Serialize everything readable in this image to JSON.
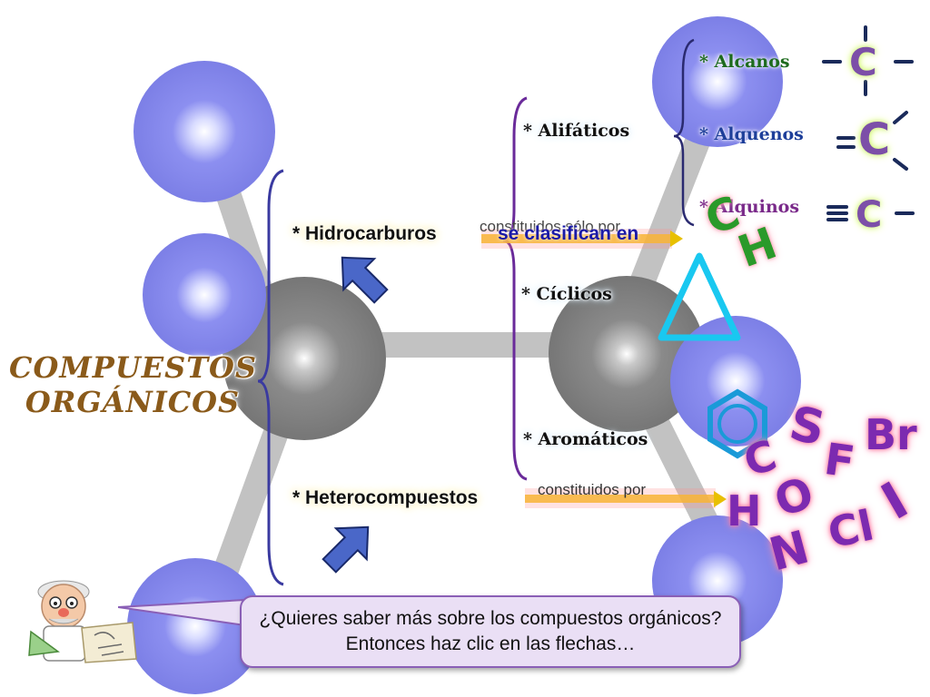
{
  "title": {
    "line1": "COMPUESTOS",
    "line2": "ORGÁNICOS"
  },
  "categories": {
    "hidrocarburos": "* Hidrocarburos",
    "heterocompuestos": "* Heterocompuestos"
  },
  "connectors": {
    "hidro_overlap_a": "constituidos sólo por",
    "hidro_overlap_b": "se clasifican en",
    "hetero": "constituidos por"
  },
  "subclasses": {
    "alifaticos": "* Alifáticos",
    "ciclicos": "* Cíclicos",
    "aromaticos": "* Aromáticos"
  },
  "aliphatic_types": [
    {
      "label": "* Alcanos",
      "color": "#1e6b1e"
    },
    {
      "label": "* Alquenos",
      "color": "#1e3f9a"
    },
    {
      "label": "* Alquinos",
      "color": "#7a2a8a"
    }
  ],
  "bond_symbols": {
    "carbon": "C"
  },
  "elements": {
    "C_big": "C",
    "H_big": "H",
    "S": "S",
    "Br": "Br",
    "C": "C",
    "F": "F",
    "O": "O",
    "H": "H",
    "N": "N",
    "Cl": "Cl",
    "I": "I"
  },
  "bubble": {
    "text": "¿Quieres saber más sobre los compuestos orgánicos? Entonces haz clic en las flechas…"
  },
  "icons": [
    "up-arrow-icon",
    "right-arrow-icon",
    "triangle-icon",
    "benzene-ring-icon",
    "scientist-icon",
    "left-brace-icon"
  ]
}
